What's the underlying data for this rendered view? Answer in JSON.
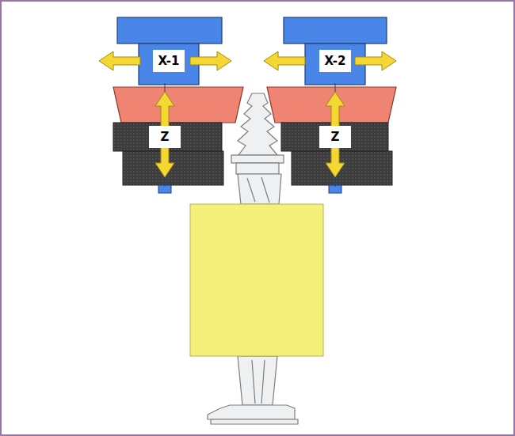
{
  "diagram": {
    "nodes": [
      {
        "text": [
          "X-1"
        ]
      },
      {
        "text": [
          "X-2"
        ]
      },
      {
        "text": [
          "Z"
        ]
      },
      {
        "text": [
          "Z"
        ]
      }
    ]
  }
}
